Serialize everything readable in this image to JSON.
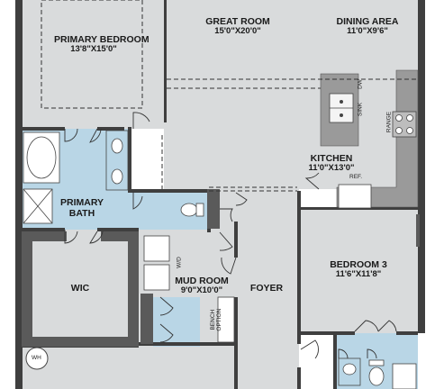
{
  "rooms": {
    "primary_bedroom": {
      "name": "PRIMARY BEDROOM",
      "dimensions": "13'8\"X15'0\""
    },
    "great_room": {
      "name": "GREAT ROOM",
      "dimensions": "15'0\"X20'0\""
    },
    "dining_area": {
      "name": "DINING AREA",
      "dimensions": "11'0\"X9'6\""
    },
    "kitchen": {
      "name": "KITCHEN",
      "dimensions": "11'0\"X13'0\""
    },
    "primary_bath": {
      "name": "PRIMARY BATH"
    },
    "wic": {
      "name": "WIC"
    },
    "mud_room": {
      "name": "MUD ROOM",
      "dimensions": "9'0\"X10'0\""
    },
    "foyer": {
      "name": "FOYER"
    },
    "bedroom_3": {
      "name": "BEDROOM 3",
      "dimensions": "11'6\"X11'8\""
    }
  },
  "fixtures": {
    "dishwasher": "DW",
    "sink": "SINK",
    "range": "RANGE",
    "refrigerator": "REF.",
    "washer_dryer": "W/D",
    "bench_option": "BENCH OPTION",
    "water_heater": "WH"
  },
  "colors": {
    "floor": "#d9dbdc",
    "wet_area": "#b9d6e6",
    "wall": "#3f3f3f",
    "counter": "#9a9a9a"
  }
}
